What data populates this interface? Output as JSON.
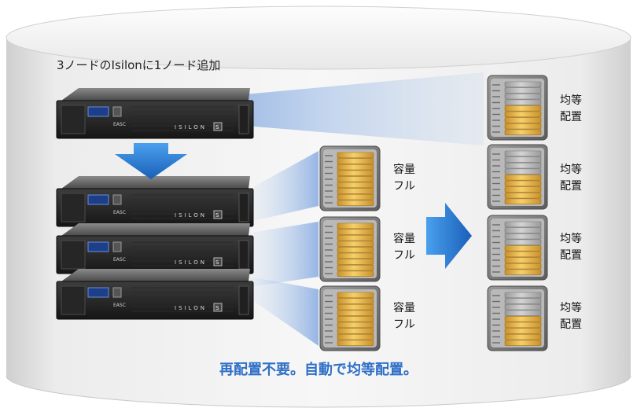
{
  "title": "3ノードのIsilonに1ノード追加",
  "footer": "再配置不要。自動で均等配置。",
  "server_brand": "ISILON",
  "server_badge": "S",
  "server_model": "EASC",
  "full_label": {
    "line1": "容量",
    "line2": "フル"
  },
  "even_label": {
    "line1": "均等",
    "line2": "配置"
  },
  "full_disks": [
    {
      "name": "full-disk-1",
      "fill_fraction": 1.0
    },
    {
      "name": "full-disk-2",
      "fill_fraction": 1.0
    },
    {
      "name": "full-disk-3",
      "fill_fraction": 1.0
    }
  ],
  "even_disks": [
    {
      "name": "even-disk-1",
      "fill_fraction": 0.6
    },
    {
      "name": "even-disk-2",
      "fill_fraction": 0.6
    },
    {
      "name": "even-disk-3",
      "fill_fraction": 0.6
    },
    {
      "name": "even-disk-4",
      "fill_fraction": 0.6
    }
  ],
  "colors": {
    "accent_blue": "#2f6fc6",
    "arrow_blue": "#2a7fd8",
    "disk_gold": "#e6b23a",
    "cylinder_gray": "#e4e4e4"
  }
}
